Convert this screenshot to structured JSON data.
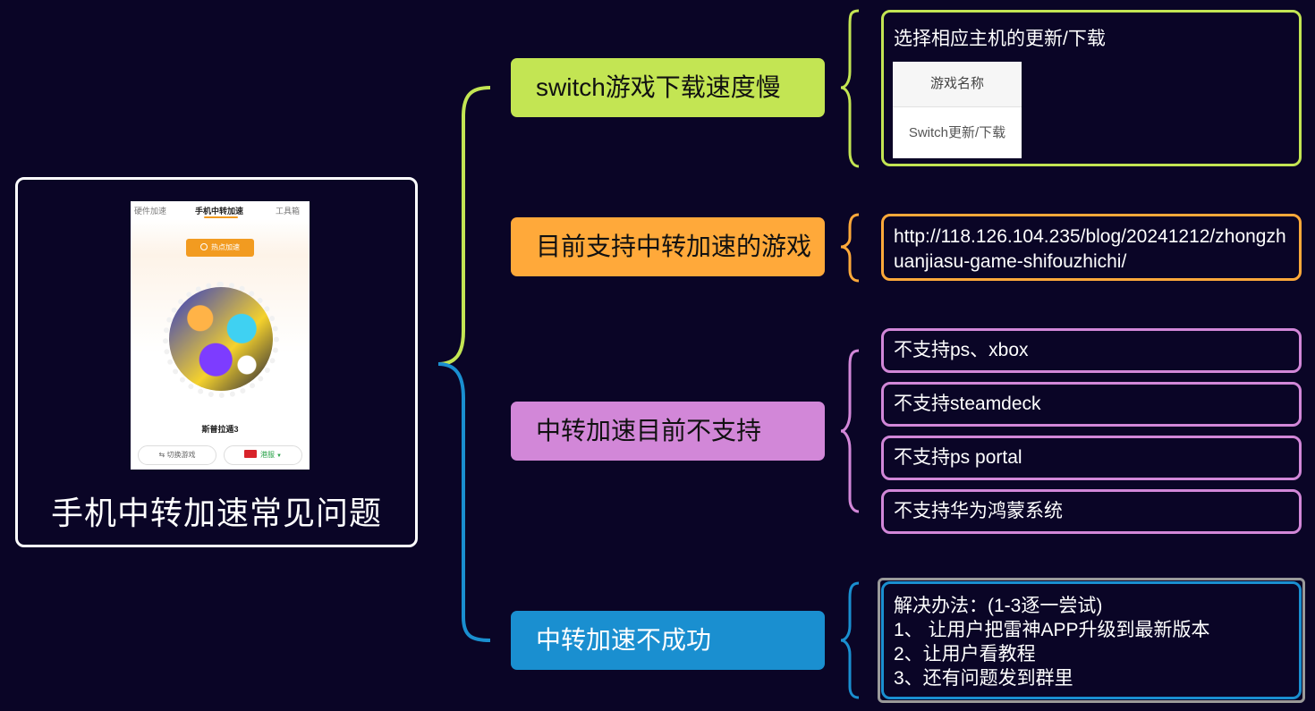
{
  "root": {
    "title": "手机中转加速常见问题",
    "phone": {
      "tabs": [
        "硬件加速",
        "手机中转加速",
        "工具箱"
      ],
      "active_tab": 1,
      "hot_button": "热点加速",
      "game_name": "斯普拉遁3",
      "switch_button": "切换游戏",
      "region_button": "港服"
    }
  },
  "branches": [
    {
      "label": "switch游戏下载速度慢",
      "color": "#c3e553",
      "detail": {
        "title": "选择相应主机的更新/下载",
        "table_header": "游戏名称",
        "table_cell": "Switch更新/下载"
      }
    },
    {
      "label": "目前支持中转加速的游戏",
      "color": "#ffa93a",
      "detail": {
        "link": "http://118.126.104.235/blog/20241212/zhongzhuanjiasu-game-shifouzhichi/"
      }
    },
    {
      "label": "中转加速目前不支持",
      "color": "#d287d8",
      "items": [
        "不支持ps、xbox",
        "不支持steamdeck",
        "不支持ps portal",
        "不支持华为鸿蒙系统"
      ]
    },
    {
      "label": "中转加速不成功",
      "color": "#1a8fd0",
      "detail": {
        "lines": [
          "解决办法：(1-3逐一尝试)",
          "1、 让用户把雷神APP升级到最新版本",
          "2、让用户看教程",
          "3、还有问题发到群里"
        ]
      }
    }
  ]
}
